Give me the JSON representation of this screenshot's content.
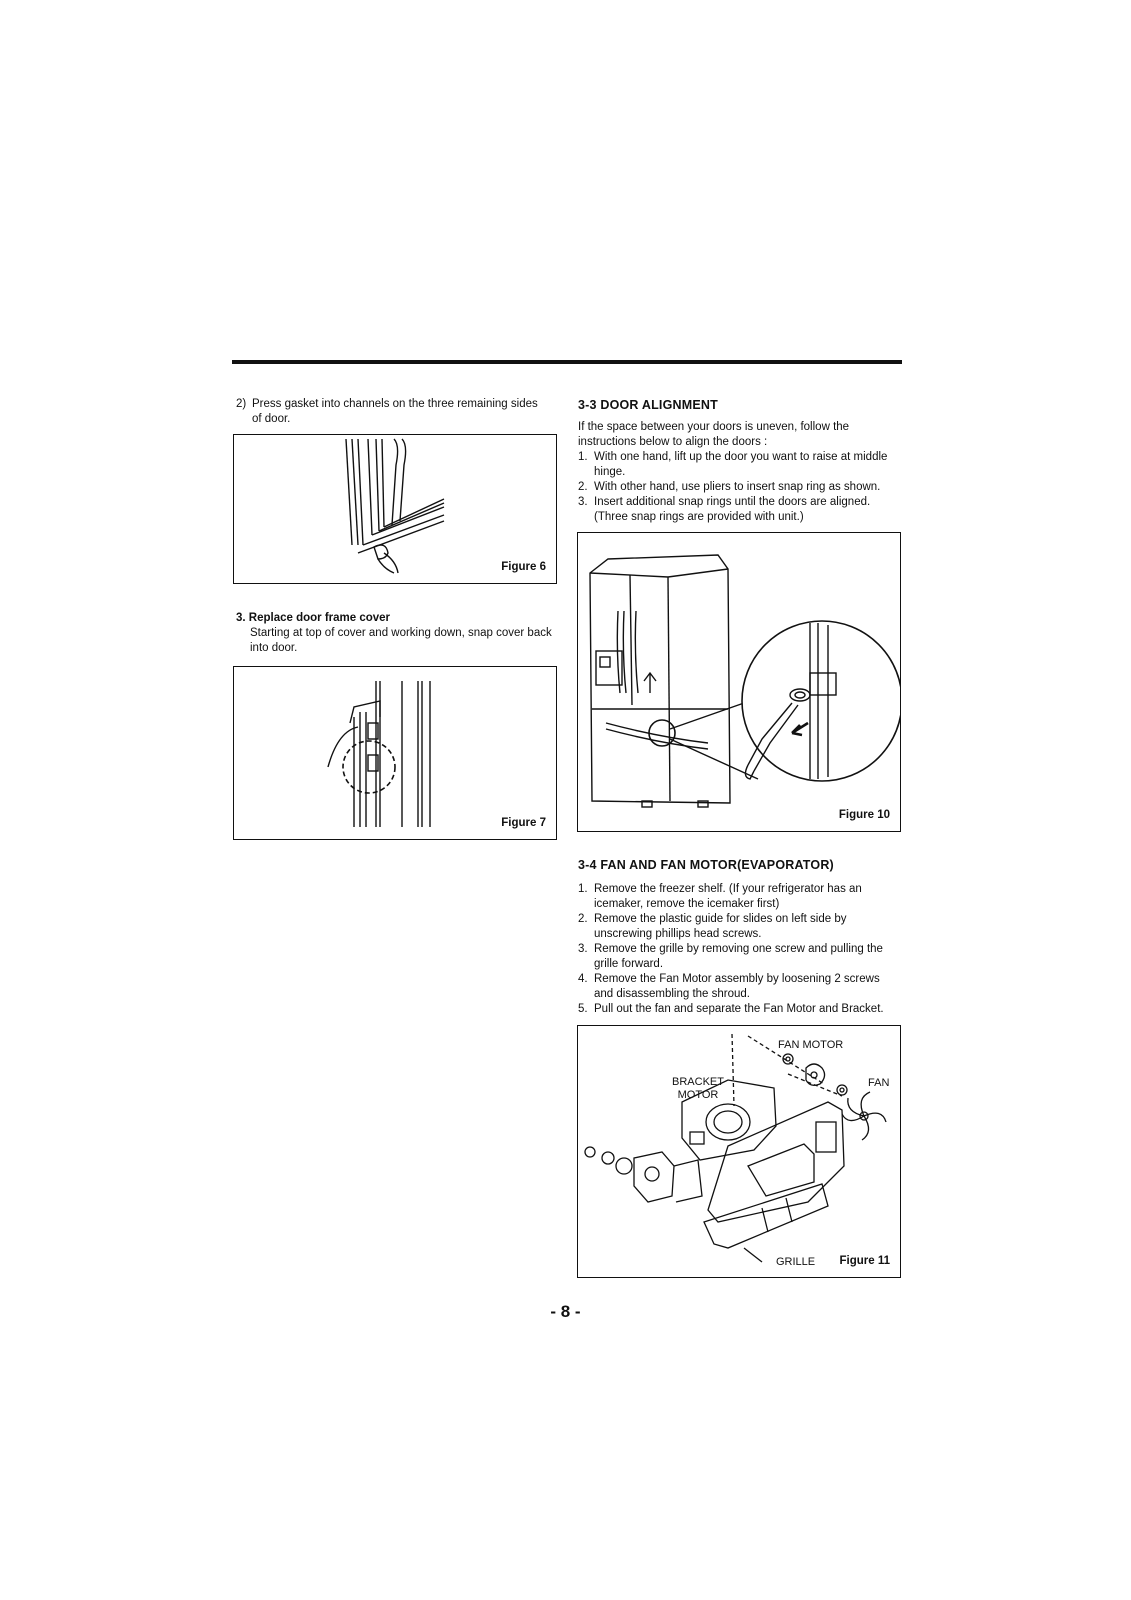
{
  "left": {
    "intro_num": "2)",
    "intro_text": "Press gasket into channels on the three remaining sides of door.",
    "fig6_caption": "Figure 6",
    "section3_title": "3.  Replace door frame cover",
    "section3_text": "Starting at top of cover and working down, snap cover back into door.",
    "fig7_caption": "Figure 7"
  },
  "right": {
    "door_heading": "3-3  DOOR ALIGNMENT",
    "door_intro": "If the space between your doors is uneven, follow the instructions below to align the doors :",
    "door_steps": [
      {
        "num": "1.",
        "text": "With one hand, lift up the door you want to raise at middle hinge."
      },
      {
        "num": "2.",
        "text": "With other hand, use pliers to insert snap ring as shown."
      },
      {
        "num": "3.",
        "text": "Insert additional snap rings until the doors are aligned. (Three snap rings are provided with unit.)"
      }
    ],
    "fig10_caption": "Figure 10",
    "fan_heading": "3-4  FAN AND FAN MOTOR(EVAPORATOR)",
    "fan_steps": [
      {
        "num": "1.",
        "text": "Remove the freezer shelf. (If your refrigerator has an icemaker, remove the icemaker first)"
      },
      {
        "num": "2.",
        "text": "Remove the plastic guide for slides on left side by unscrewing phillips head screws."
      },
      {
        "num": "3.",
        "text": "Remove the grille by removing one screw and pulling the grille forward."
      },
      {
        "num": "4.",
        "text": "Remove the Fan Motor assembly by loosening 2 screws and disassembling the shroud."
      },
      {
        "num": "5.",
        "text": "Pull out the fan and separate the Fan Motor and Bracket."
      }
    ],
    "fig11_labels": {
      "fan_motor": "FAN MOTOR",
      "fan": "FAN",
      "bracket_motor": "BRACKET MOTOR",
      "grille": "GRILLE"
    },
    "fig11_caption": "Figure 11"
  },
  "page_number": "- 8 -"
}
